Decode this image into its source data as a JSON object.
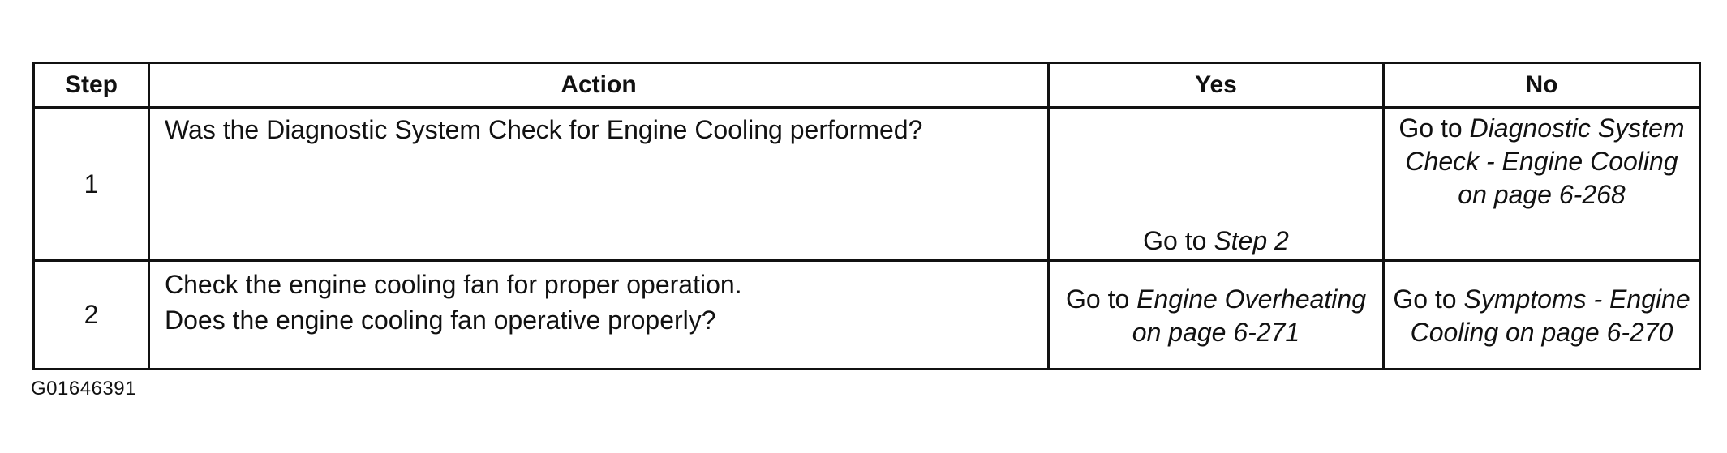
{
  "table": {
    "headers": {
      "step": "Step",
      "action": "Action",
      "yes": "Yes",
      "no": "No"
    },
    "rows": [
      {
        "step": "1",
        "action_lines": [
          "Was the Diagnostic System Check for Engine Cooling performed?"
        ],
        "yes": {
          "prefix": "Go to ",
          "link": "Step 2"
        },
        "no": {
          "prefix": "Go to ",
          "link": "Diagnostic System Check - Engine Cooling on page 6-268"
        }
      },
      {
        "step": "2",
        "action_lines": [
          "Check the engine cooling fan for proper operation.",
          "Does the engine cooling fan operative properly?"
        ],
        "yes": {
          "prefix": "Go to ",
          "link": "Engine Overheating on page 6-271"
        },
        "no": {
          "prefix": "Go to ",
          "link": "Symptoms - Engine Cooling on page 6-270"
        }
      }
    ]
  },
  "figure_id": "G01646391"
}
